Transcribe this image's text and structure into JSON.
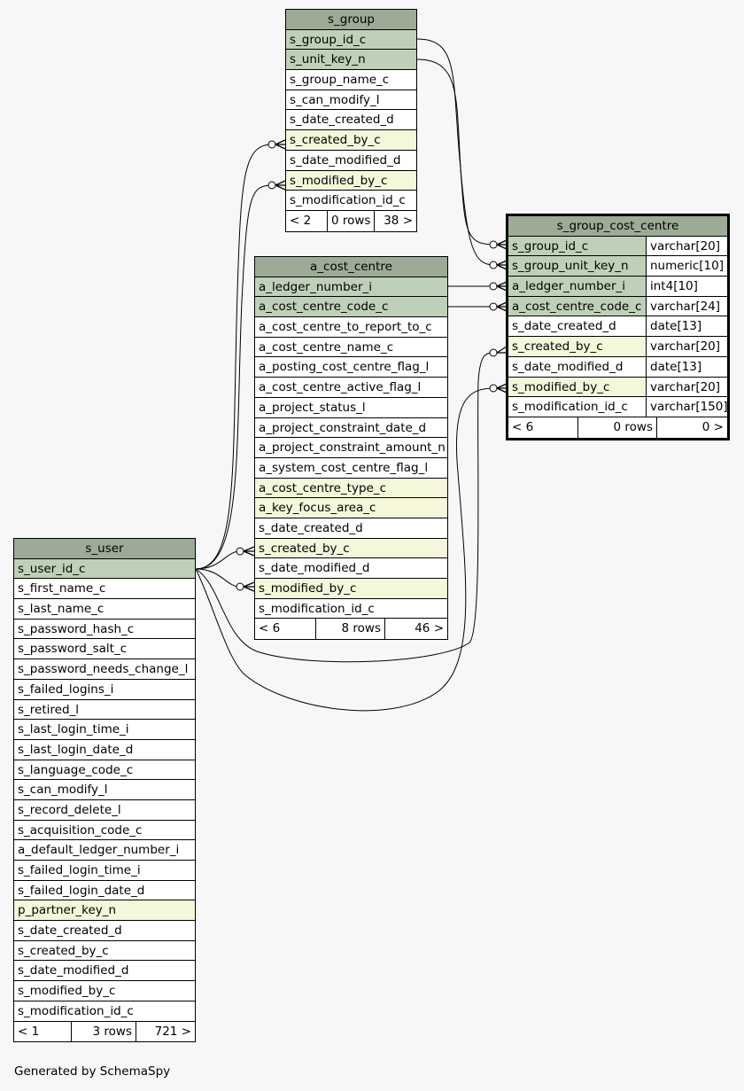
{
  "tables": {
    "s_group": {
      "name": "s_group",
      "columns": [
        {
          "name": "s_group_id_c",
          "kind": "pk"
        },
        {
          "name": "s_unit_key_n",
          "kind": "pk"
        },
        {
          "name": "s_group_name_c",
          "kind": "plain"
        },
        {
          "name": "s_can_modify_l",
          "kind": "plain"
        },
        {
          "name": "s_date_created_d",
          "kind": "plain"
        },
        {
          "name": "s_created_by_c",
          "kind": "fk"
        },
        {
          "name": "s_date_modified_d",
          "kind": "plain"
        },
        {
          "name": "s_modified_by_c",
          "kind": "fk"
        },
        {
          "name": "s_modification_id_c",
          "kind": "plain"
        }
      ],
      "footer": {
        "parents": "< 2",
        "rows": "0 rows",
        "children": "38 >"
      }
    },
    "a_cost_centre": {
      "name": "a_cost_centre",
      "columns": [
        {
          "name": "a_ledger_number_i",
          "kind": "pk"
        },
        {
          "name": "a_cost_centre_code_c",
          "kind": "pk"
        },
        {
          "name": "a_cost_centre_to_report_to_c",
          "kind": "plain"
        },
        {
          "name": "a_cost_centre_name_c",
          "kind": "plain"
        },
        {
          "name": "a_posting_cost_centre_flag_l",
          "kind": "plain"
        },
        {
          "name": "a_cost_centre_active_flag_l",
          "kind": "plain"
        },
        {
          "name": "a_project_status_l",
          "kind": "plain"
        },
        {
          "name": "a_project_constraint_date_d",
          "kind": "plain"
        },
        {
          "name": "a_project_constraint_amount_n",
          "kind": "plain"
        },
        {
          "name": "a_system_cost_centre_flag_l",
          "kind": "plain"
        },
        {
          "name": "a_cost_centre_type_c",
          "kind": "fk"
        },
        {
          "name": "a_key_focus_area_c",
          "kind": "fk"
        },
        {
          "name": "s_date_created_d",
          "kind": "plain"
        },
        {
          "name": "s_created_by_c",
          "kind": "fk"
        },
        {
          "name": "s_date_modified_d",
          "kind": "plain"
        },
        {
          "name": "s_modified_by_c",
          "kind": "fk"
        },
        {
          "name": "s_modification_id_c",
          "kind": "plain"
        }
      ],
      "footer": {
        "parents": "< 6",
        "rows": "8 rows",
        "children": "46 >"
      }
    },
    "s_group_cost_centre": {
      "name": "s_group_cost_centre",
      "columns": [
        {
          "name": "s_group_id_c",
          "type": "varchar[20]",
          "kind": "pk"
        },
        {
          "name": "s_group_unit_key_n",
          "type": "numeric[10]",
          "kind": "pk"
        },
        {
          "name": "a_ledger_number_i",
          "type": "int4[10]",
          "kind": "pk"
        },
        {
          "name": "a_cost_centre_code_c",
          "type": "varchar[24]",
          "kind": "pk"
        },
        {
          "name": "s_date_created_d",
          "type": "date[13]",
          "kind": "plain"
        },
        {
          "name": "s_created_by_c",
          "type": "varchar[20]",
          "kind": "fk"
        },
        {
          "name": "s_date_modified_d",
          "type": "date[13]",
          "kind": "plain"
        },
        {
          "name": "s_modified_by_c",
          "type": "varchar[20]",
          "kind": "fk"
        },
        {
          "name": "s_modification_id_c",
          "type": "varchar[150]",
          "kind": "plain"
        }
      ],
      "footer": {
        "parents": "< 6",
        "rows": "0 rows",
        "children": "0 >"
      }
    },
    "s_user": {
      "name": "s_user",
      "columns": [
        {
          "name": "s_user_id_c",
          "kind": "pk"
        },
        {
          "name": "s_first_name_c",
          "kind": "plain"
        },
        {
          "name": "s_last_name_c",
          "kind": "plain"
        },
        {
          "name": "s_password_hash_c",
          "kind": "plain"
        },
        {
          "name": "s_password_salt_c",
          "kind": "plain"
        },
        {
          "name": "s_password_needs_change_l",
          "kind": "plain"
        },
        {
          "name": "s_failed_logins_i",
          "kind": "plain"
        },
        {
          "name": "s_retired_l",
          "kind": "plain"
        },
        {
          "name": "s_last_login_time_i",
          "kind": "plain"
        },
        {
          "name": "s_last_login_date_d",
          "kind": "plain"
        },
        {
          "name": "s_language_code_c",
          "kind": "plain"
        },
        {
          "name": "s_can_modify_l",
          "kind": "plain"
        },
        {
          "name": "s_record_delete_l",
          "kind": "plain"
        },
        {
          "name": "s_acquisition_code_c",
          "kind": "plain"
        },
        {
          "name": "a_default_ledger_number_i",
          "kind": "plain"
        },
        {
          "name": "s_failed_login_time_i",
          "kind": "plain"
        },
        {
          "name": "s_failed_login_date_d",
          "kind": "plain"
        },
        {
          "name": "p_partner_key_n",
          "kind": "fk"
        },
        {
          "name": "s_date_created_d",
          "kind": "plain"
        },
        {
          "name": "s_created_by_c",
          "kind": "plain"
        },
        {
          "name": "s_date_modified_d",
          "kind": "plain"
        },
        {
          "name": "s_modified_by_c",
          "kind": "plain"
        },
        {
          "name": "s_modification_id_c",
          "kind": "plain"
        }
      ],
      "footer": {
        "parents": "< 1",
        "rows": "3 rows",
        "children": "721 >"
      }
    }
  },
  "relationships": [
    {
      "from": "s_group.s_group_id_c",
      "to": "s_group_cost_centre.s_group_id_c"
    },
    {
      "from": "s_group.s_unit_key_n",
      "to": "s_group_cost_centre.s_group_unit_key_n"
    },
    {
      "from": "a_cost_centre.a_ledger_number_i",
      "to": "s_group_cost_centre.a_ledger_number_i"
    },
    {
      "from": "a_cost_centre.a_cost_centre_code_c",
      "to": "s_group_cost_centre.a_cost_centre_code_c"
    },
    {
      "from": "s_user.s_user_id_c",
      "to": "s_group.s_created_by_c"
    },
    {
      "from": "s_user.s_user_id_c",
      "to": "s_group.s_modified_by_c"
    },
    {
      "from": "s_user.s_user_id_c",
      "to": "a_cost_centre.s_created_by_c"
    },
    {
      "from": "s_user.s_user_id_c",
      "to": "a_cost_centre.s_modified_by_c"
    },
    {
      "from": "s_user.s_user_id_c",
      "to": "s_group_cost_centre.s_created_by_c"
    },
    {
      "from": "s_user.s_user_id_c",
      "to": "s_group_cost_centre.s_modified_by_c"
    }
  ],
  "colors": {
    "background": "#f7f7f7",
    "title": "#9dab96",
    "primary_key": "#bfd0b8",
    "foreign_key": "#f4f7da"
  },
  "generated_by": "Generated by SchemaSpy"
}
